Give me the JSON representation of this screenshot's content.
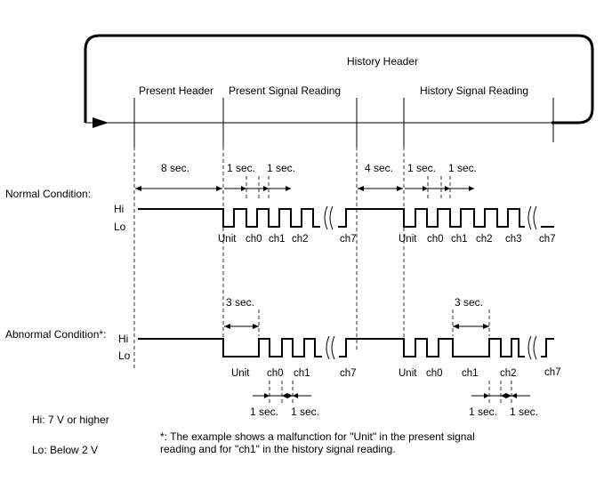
{
  "loop": {
    "label": "History Header"
  },
  "sections": {
    "present_header": "Present Header",
    "present_signal": "Present Signal Reading",
    "history_signal": "History Signal Reading"
  },
  "normal": {
    "title": "Normal Condition:",
    "hi": "Hi",
    "lo": "Lo",
    "timings": [
      "8 sec.",
      "1 sec.",
      "1 sec.",
      "4 sec.",
      "1 sec.",
      "1 sec."
    ],
    "labels_present": [
      "Unit",
      "ch0",
      "ch1",
      "ch2",
      "ch7"
    ],
    "labels_history": [
      "Unit",
      "ch0",
      "ch1",
      "ch2",
      "ch3",
      "ch7"
    ]
  },
  "abnormal": {
    "title": "Abnormal Condition*:",
    "hi": "Hi",
    "lo": "Lo",
    "timing_top_present": "3 sec.",
    "timing_top_history": "3 sec.",
    "labels_present": [
      "Unit",
      "ch0",
      "ch1",
      "ch7"
    ],
    "labels_history": [
      "Unit",
      "ch0",
      "ch1",
      "ch2",
      "ch7"
    ],
    "timings_bottom_present": [
      "1 sec.",
      "1 sec."
    ],
    "timings_bottom_history": [
      "1 sec.",
      "1 sec."
    ]
  },
  "legend": {
    "hi": "Hi: 7 V or higher",
    "lo": "Lo: Below 2 V"
  },
  "footnote": {
    "line1": "*: The example shows a malfunction for \"Unit\" in the present signal",
    "line2": "reading and for \"ch1\" in the history signal reading."
  }
}
